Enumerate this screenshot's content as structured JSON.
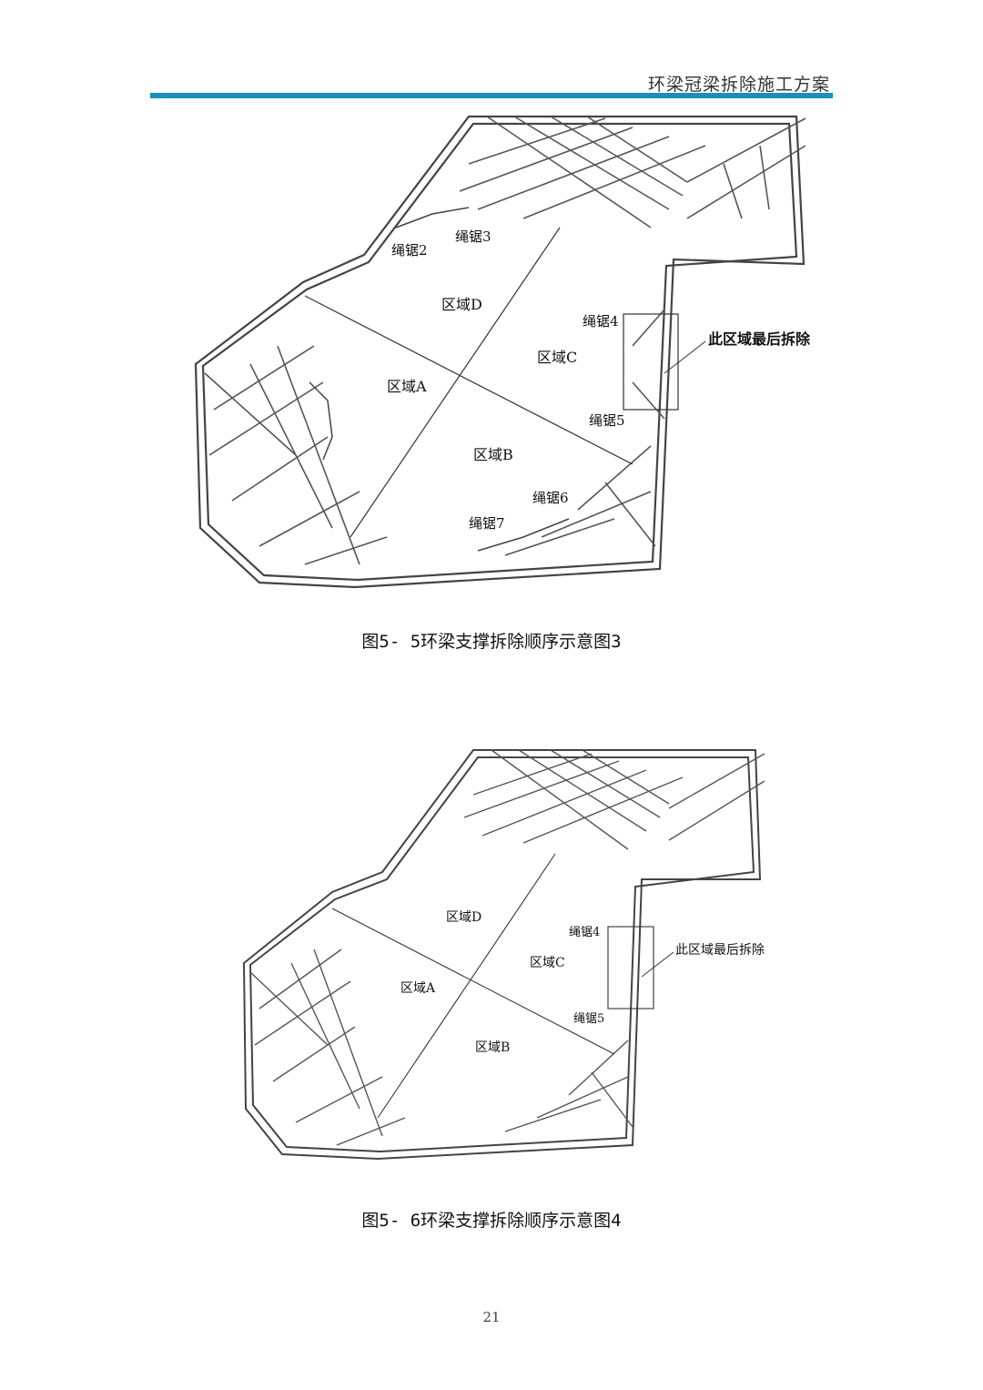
{
  "header": {
    "title": "环梁冠梁拆除施工方案"
  },
  "figures": [
    {
      "caption": "图5- 5环梁支撑拆除顺序示意图3",
      "labels": {
        "zone_a": "区域A",
        "zone_b": "区域B",
        "zone_c": "区域C",
        "zone_d": "区域D",
        "saw2": "绳锯2",
        "saw3": "绳锯3",
        "saw4": "绳锯4",
        "saw5": "绳锯5",
        "saw6": "绳锯6",
        "saw7": "绳锯7",
        "last_area": "此区域最后拆除"
      }
    },
    {
      "caption": "图5- 6环梁支撑拆除顺序示意图4",
      "labels": {
        "zone_a": "区域A",
        "zone_b": "区域B",
        "zone_c": "区域C",
        "zone_d": "区域D",
        "saw4": "绳锯4",
        "saw5": "绳锯5",
        "last_area": "此区域最后拆除"
      }
    }
  ],
  "page": {
    "number": "21"
  }
}
